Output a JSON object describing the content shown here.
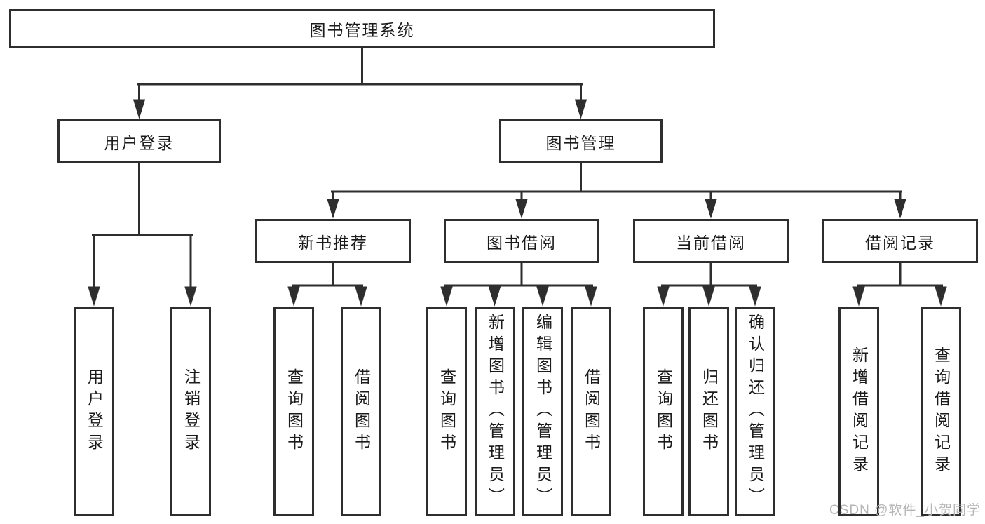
{
  "diagram": {
    "type": "hierarchy-tree",
    "colors": {
      "line": "#2e2e2e",
      "box_border": "#2e2e2e",
      "text": "#1b1b1b",
      "background": "#ffffff",
      "watermark_text": "#b5b5b5"
    },
    "tree": {
      "label": "图书管理系统",
      "children": [
        {
          "label": "用户登录",
          "children": [
            {
              "label": "用户登录"
            },
            {
              "label": "注销登录"
            }
          ]
        },
        {
          "label": "图书管理",
          "children": [
            {
              "label": "新书推荐",
              "children": [
                {
                  "label": "查询图书"
                },
                {
                  "label": "借阅图书"
                }
              ]
            },
            {
              "label": "图书借阅",
              "children": [
                {
                  "label": "查询图书"
                },
                {
                  "label": "新增图书（管理员）"
                },
                {
                  "label": "编辑图书（管理员）"
                },
                {
                  "label": "借阅图书"
                }
              ]
            },
            {
              "label": "当前借阅",
              "children": [
                {
                  "label": "查询图书"
                },
                {
                  "label": "归还图书"
                },
                {
                  "label": "确认归还（管理员）"
                }
              ]
            },
            {
              "label": "借阅记录",
              "children": [
                {
                  "label": "新增借阅记录"
                },
                {
                  "label": "查询借阅记录"
                }
              ]
            }
          ]
        }
      ]
    },
    "watermark": "CSDN @软件_小贺同学"
  }
}
